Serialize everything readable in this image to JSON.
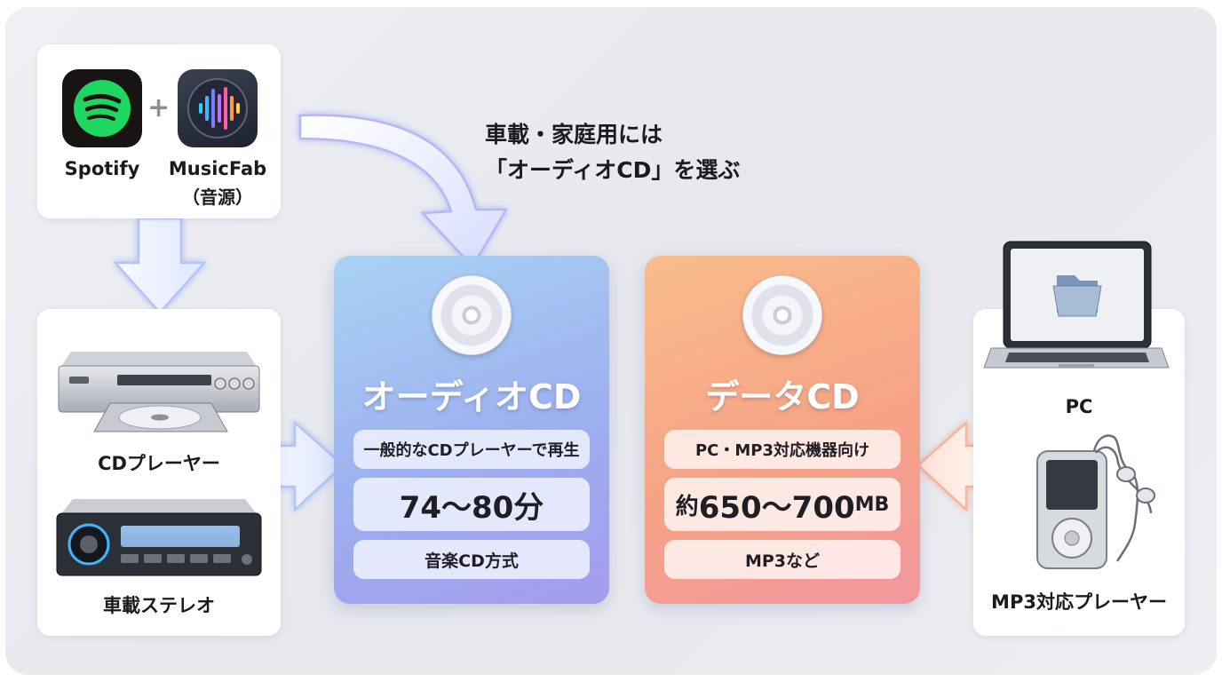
{
  "headline": {
    "line1": "車載・家庭用には",
    "line2": "「オーディオCD」を選ぶ"
  },
  "source_card": {
    "apps": [
      {
        "name": "Spotify",
        "icon": "spotify-icon",
        "color": "#1ed760"
      },
      {
        "name": "MusicFab",
        "sub": "（音源）",
        "icon": "waveform-icon"
      }
    ],
    "plus": "+"
  },
  "players_card": {
    "devices": [
      {
        "label": "CDプレーヤー",
        "icon": "cd-player-icon"
      },
      {
        "label": "車載ステレオ",
        "icon": "car-stereo-icon"
      }
    ]
  },
  "audio_cd": {
    "title": "オーディオCD",
    "desc": "一般的なCDプレーヤーで再生",
    "capacity": "74〜80分",
    "format": "音楽CD方式",
    "colors": {
      "top": "#a9d3f3",
      "bottom": "#a49ced"
    }
  },
  "data_cd": {
    "title": "データCD",
    "desc": "PC・MP3対応機器向け",
    "capacity_prefix": "約",
    "capacity": "650〜700",
    "capacity_unit": "MB",
    "format": "MP3など",
    "colors": {
      "top": "#f9bd8c",
      "bottom": "#f1989f"
    }
  },
  "devices_card": {
    "devices": [
      {
        "label": "PC",
        "icon": "laptop-icon"
      },
      {
        "label": "MP3対応プレーヤー",
        "icon": "mp3-player-icon"
      }
    ]
  }
}
